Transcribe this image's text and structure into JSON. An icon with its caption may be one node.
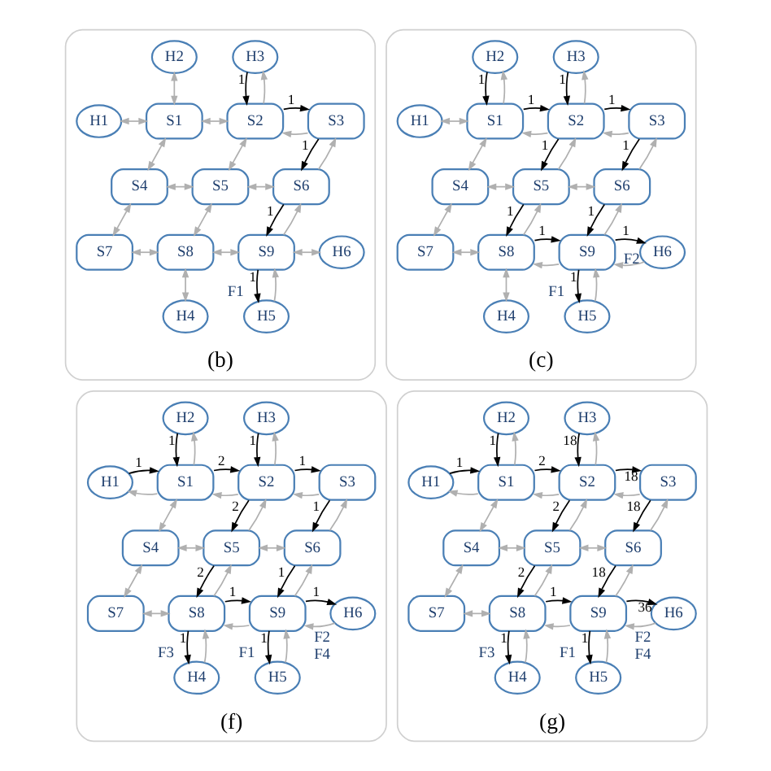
{
  "diagram": {
    "nodes": [
      {
        "text": [
          "(b)"
        ]
      },
      {
        "text": [
          "H2"
        ],
        "in": 0
      },
      {
        "text": [
          "H3"
        ],
        "in": 0
      },
      {
        "text": [
          "H1"
        ],
        "in": 0
      },
      {
        "text": [
          "S1"
        ],
        "in": 0
      },
      {
        "text": [
          "S2"
        ],
        "in": 0
      },
      {
        "text": [
          "S3"
        ],
        "in": 0
      },
      {
        "text": [
          "S4"
        ],
        "in": 0
      },
      {
        "text": [
          "S5"
        ],
        "in": 0
      },
      {
        "text": [
          "S6"
        ],
        "in": 0
      },
      {
        "text": [
          "S7"
        ],
        "in": 0
      },
      {
        "text": [
          "S8"
        ],
        "in": 0
      },
      {
        "text": [
          "S9"
        ],
        "in": 0
      },
      {
        "text": [
          "H6"
        ],
        "in": 0
      },
      {
        "text": [
          "H4"
        ],
        "in": 0
      },
      {
        "text": [
          "H5"
        ],
        "in": 0,
        "beside": [
          "F1"
        ]
      },
      {
        "text": [
          "(c)"
        ]
      },
      {
        "text": [
          "H2"
        ],
        "in": 16
      },
      {
        "text": [
          "H3"
        ],
        "in": 16
      },
      {
        "text": [
          "H1"
        ],
        "in": 16
      },
      {
        "text": [
          "S1"
        ],
        "in": 16
      },
      {
        "text": [
          "S2"
        ],
        "in": 16
      },
      {
        "text": [
          "S3"
        ],
        "in": 16
      },
      {
        "text": [
          "S4"
        ],
        "in": 16
      },
      {
        "text": [
          "S5"
        ],
        "in": 16
      },
      {
        "text": [
          "S6"
        ],
        "in": 16
      },
      {
        "text": [
          "S7"
        ],
        "in": 16
      },
      {
        "text": [
          "S8"
        ],
        "in": 16
      },
      {
        "text": [
          "S9"
        ],
        "in": 16
      },
      {
        "text": [
          "H6"
        ],
        "in": 16,
        "beside": [
          "F2"
        ]
      },
      {
        "text": [
          "H4"
        ],
        "in": 16
      },
      {
        "text": [
          "H5"
        ],
        "in": 16,
        "beside": [
          "F1"
        ]
      },
      {
        "text": [
          "(f)"
        ]
      },
      {
        "text": [
          "H2"
        ],
        "in": 32
      },
      {
        "text": [
          "H3"
        ],
        "in": 32
      },
      {
        "text": [
          "H1"
        ],
        "in": 32
      },
      {
        "text": [
          "S1"
        ],
        "in": 32
      },
      {
        "text": [
          "S2"
        ],
        "in": 32
      },
      {
        "text": [
          "S3"
        ],
        "in": 32
      },
      {
        "text": [
          "S4"
        ],
        "in": 32
      },
      {
        "text": [
          "S5"
        ],
        "in": 32
      },
      {
        "text": [
          "S6"
        ],
        "in": 32
      },
      {
        "text": [
          "S7"
        ],
        "in": 32
      },
      {
        "text": [
          "S8"
        ],
        "in": 32
      },
      {
        "text": [
          "S9"
        ],
        "in": 32
      },
      {
        "text": [
          "H6"
        ],
        "in": 32,
        "beside": [
          "F2",
          "F4"
        ]
      },
      {
        "text": [
          "H4"
        ],
        "in": 32,
        "beside": [
          "F3"
        ]
      },
      {
        "text": [
          "H5"
        ],
        "in": 32,
        "beside": [
          "F1"
        ]
      },
      {
        "text": [
          "(g)"
        ]
      },
      {
        "text": [
          "H2"
        ],
        "in": 48
      },
      {
        "text": [
          "H3"
        ],
        "in": 48
      },
      {
        "text": [
          "H1"
        ],
        "in": 48
      },
      {
        "text": [
          "S1"
        ],
        "in": 48
      },
      {
        "text": [
          "S2"
        ],
        "in": 48
      },
      {
        "text": [
          "S3"
        ],
        "in": 48
      },
      {
        "text": [
          "S4"
        ],
        "in": 48
      },
      {
        "text": [
          "S5"
        ],
        "in": 48
      },
      {
        "text": [
          "S6"
        ],
        "in": 48
      },
      {
        "text": [
          "S7"
        ],
        "in": 48
      },
      {
        "text": [
          "S8"
        ],
        "in": 48
      },
      {
        "text": [
          "S9"
        ],
        "in": 48
      },
      {
        "text": [
          "H6"
        ],
        "in": 48,
        "beside": [
          "F2",
          "F4"
        ]
      },
      {
        "text": [
          "H4"
        ],
        "in": 48,
        "beside": [
          "F3"
        ]
      },
      {
        "text": [
          "H5"
        ],
        "in": 48,
        "beside": [
          "F1"
        ]
      }
    ],
    "edges": [
      {
        "from": 3,
        "to": 4,
        "arrow": "both"
      },
      {
        "from": 1,
        "to": 4,
        "arrow": "both"
      },
      {
        "from": 5,
        "to": 2,
        "arrow": "to"
      },
      {
        "from": 4,
        "to": 5,
        "arrow": "both"
      },
      {
        "from": 6,
        "to": 5,
        "arrow": "to"
      },
      {
        "from": 4,
        "to": 7,
        "arrow": "both"
      },
      {
        "from": 5,
        "to": 8,
        "arrow": "both"
      },
      {
        "from": 9,
        "to": 6,
        "arrow": "to"
      },
      {
        "from": 7,
        "to": 8,
        "arrow": "both"
      },
      {
        "from": 8,
        "to": 9,
        "arrow": "both"
      },
      {
        "from": 7,
        "to": 10,
        "arrow": "both"
      },
      {
        "from": 8,
        "to": 11,
        "arrow": "both"
      },
      {
        "from": 12,
        "to": 9,
        "arrow": "to"
      },
      {
        "from": 10,
        "to": 11,
        "arrow": "both"
      },
      {
        "from": 11,
        "to": 12,
        "arrow": "both"
      },
      {
        "from": 12,
        "to": 13,
        "arrow": "both"
      },
      {
        "from": 11,
        "to": 14,
        "arrow": "both"
      },
      {
        "from": 15,
        "to": 12,
        "arrow": "to"
      },
      {
        "from": 2,
        "to": 5,
        "arrow": "to",
        "label": "1",
        "color": "#000000"
      },
      {
        "from": 5,
        "to": 6,
        "arrow": "to",
        "label": "1",
        "color": "#000000"
      },
      {
        "from": 6,
        "to": 9,
        "arrow": "to",
        "label": "1",
        "color": "#000000"
      },
      {
        "from": 9,
        "to": 12,
        "arrow": "to",
        "label": "1",
        "color": "#000000"
      },
      {
        "from": 12,
        "to": 15,
        "arrow": "to",
        "label": "1",
        "color": "#000000"
      },
      {
        "from": 19,
        "to": 20,
        "arrow": "both"
      },
      {
        "from": 20,
        "to": 17,
        "arrow": "to"
      },
      {
        "from": 21,
        "to": 18,
        "arrow": "to"
      },
      {
        "from": 21,
        "to": 20,
        "arrow": "to"
      },
      {
        "from": 22,
        "to": 21,
        "arrow": "to"
      },
      {
        "from": 20,
        "to": 23,
        "arrow": "both"
      },
      {
        "from": 24,
        "to": 21,
        "arrow": "to"
      },
      {
        "from": 25,
        "to": 22,
        "arrow": "to"
      },
      {
        "from": 23,
        "to": 24,
        "arrow": "both"
      },
      {
        "from": 24,
        "to": 25,
        "arrow": "both"
      },
      {
        "from": 23,
        "to": 26,
        "arrow": "both"
      },
      {
        "from": 27,
        "to": 24,
        "arrow": "to"
      },
      {
        "from": 28,
        "to": 25,
        "arrow": "to"
      },
      {
        "from": 26,
        "to": 27,
        "arrow": "both"
      },
      {
        "from": 28,
        "to": 27,
        "arrow": "to"
      },
      {
        "from": 29,
        "to": 28,
        "arrow": "to"
      },
      {
        "from": 27,
        "to": 30,
        "arrow": "both"
      },
      {
        "from": 31,
        "to": 28,
        "arrow": "to"
      },
      {
        "from": 17,
        "to": 20,
        "arrow": "to",
        "label": "1",
        "color": "#000000"
      },
      {
        "from": 20,
        "to": 21,
        "arrow": "to",
        "label": "1",
        "color": "#000000"
      },
      {
        "from": 18,
        "to": 21,
        "arrow": "to",
        "label": "1",
        "color": "#000000"
      },
      {
        "from": 21,
        "to": 22,
        "arrow": "to",
        "label": "1",
        "color": "#000000"
      },
      {
        "from": 21,
        "to": 24,
        "arrow": "to",
        "label": "1",
        "color": "#000000"
      },
      {
        "from": 22,
        "to": 25,
        "arrow": "to",
        "label": "1",
        "color": "#000000"
      },
      {
        "from": 24,
        "to": 27,
        "arrow": "to",
        "label": "1",
        "color": "#000000"
      },
      {
        "from": 25,
        "to": 28,
        "arrow": "to",
        "label": "1",
        "color": "#000000"
      },
      {
        "from": 27,
        "to": 28,
        "arrow": "to",
        "label": "1",
        "color": "#000000"
      },
      {
        "from": 28,
        "to": 29,
        "arrow": "to",
        "label": "1",
        "color": "#000000"
      },
      {
        "from": 28,
        "to": 31,
        "arrow": "to",
        "label": "1",
        "color": "#000000"
      },
      {
        "from": 36,
        "to": 35,
        "arrow": "to"
      },
      {
        "from": 36,
        "to": 33,
        "arrow": "to"
      },
      {
        "from": 37,
        "to": 34,
        "arrow": "to"
      },
      {
        "from": 37,
        "to": 36,
        "arrow": "to"
      },
      {
        "from": 38,
        "to": 37,
        "arrow": "to"
      },
      {
        "from": 36,
        "to": 39,
        "arrow": "both"
      },
      {
        "from": 40,
        "to": 37,
        "arrow": "to"
      },
      {
        "from": 41,
        "to": 38,
        "arrow": "to"
      },
      {
        "from": 39,
        "to": 40,
        "arrow": "both"
      },
      {
        "from": 40,
        "to": 41,
        "arrow": "both"
      },
      {
        "from": 39,
        "to": 42,
        "arrow": "both"
      },
      {
        "from": 43,
        "to": 40,
        "arrow": "to"
      },
      {
        "from": 44,
        "to": 41,
        "arrow": "to"
      },
      {
        "from": 42,
        "to": 43,
        "arrow": "both"
      },
      {
        "from": 44,
        "to": 43,
        "arrow": "to"
      },
      {
        "from": 45,
        "to": 44,
        "arrow": "to"
      },
      {
        "from": 46,
        "to": 43,
        "arrow": "to"
      },
      {
        "from": 47,
        "to": 44,
        "arrow": "to"
      },
      {
        "from": 35,
        "to": 36,
        "arrow": "to",
        "label": "1",
        "color": "#000000"
      },
      {
        "from": 33,
        "to": 36,
        "arrow": "to",
        "label": "1",
        "color": "#000000"
      },
      {
        "from": 36,
        "to": 37,
        "arrow": "to",
        "label": "2",
        "color": "#000000"
      },
      {
        "from": 34,
        "to": 37,
        "arrow": "to",
        "label": "1",
        "color": "#000000"
      },
      {
        "from": 37,
        "to": 38,
        "arrow": "to",
        "label": "1",
        "color": "#000000"
      },
      {
        "from": 37,
        "to": 40,
        "arrow": "to",
        "label": "2",
        "color": "#000000"
      },
      {
        "from": 38,
        "to": 41,
        "arrow": "to",
        "label": "1",
        "color": "#000000"
      },
      {
        "from": 40,
        "to": 43,
        "arrow": "to",
        "label": "2",
        "color": "#000000"
      },
      {
        "from": 41,
        "to": 44,
        "arrow": "to",
        "label": "1",
        "color": "#000000"
      },
      {
        "from": 43,
        "to": 44,
        "arrow": "to",
        "label": "1",
        "color": "#000000"
      },
      {
        "from": 44,
        "to": 45,
        "arrow": "to",
        "label": "1",
        "color": "#000000"
      },
      {
        "from": 43,
        "to": 46,
        "arrow": "to",
        "label": "1",
        "color": "#000000"
      },
      {
        "from": 44,
        "to": 47,
        "arrow": "to",
        "label": "1",
        "color": "#000000"
      },
      {
        "from": 52,
        "to": 51,
        "arrow": "to"
      },
      {
        "from": 52,
        "to": 49,
        "arrow": "to"
      },
      {
        "from": 53,
        "to": 50,
        "arrow": "to"
      },
      {
        "from": 53,
        "to": 52,
        "arrow": "to"
      },
      {
        "from": 54,
        "to": 53,
        "arrow": "to"
      },
      {
        "from": 52,
        "to": 55,
        "arrow": "both"
      },
      {
        "from": 56,
        "to": 53,
        "arrow": "to"
      },
      {
        "from": 57,
        "to": 54,
        "arrow": "to"
      },
      {
        "from": 55,
        "to": 56,
        "arrow": "both"
      },
      {
        "from": 56,
        "to": 57,
        "arrow": "both"
      },
      {
        "from": 55,
        "to": 58,
        "arrow": "both"
      },
      {
        "from": 59,
        "to": 56,
        "arrow": "to"
      },
      {
        "from": 60,
        "to": 57,
        "arrow": "to"
      },
      {
        "from": 58,
        "to": 59,
        "arrow": "both"
      },
      {
        "from": 60,
        "to": 59,
        "arrow": "to"
      },
      {
        "from": 61,
        "to": 60,
        "arrow": "to"
      },
      {
        "from": 62,
        "to": 59,
        "arrow": "to"
      },
      {
        "from": 63,
        "to": 60,
        "arrow": "to"
      },
      {
        "from": 51,
        "to": 52,
        "arrow": "to",
        "label": "1",
        "color": "#000000"
      },
      {
        "from": 49,
        "to": 52,
        "arrow": "to",
        "label": "1",
        "color": "#000000"
      },
      {
        "from": 52,
        "to": 53,
        "arrow": "to",
        "label": "2",
        "color": "#000000"
      },
      {
        "from": 50,
        "to": 53,
        "arrow": "to",
        "label": "18",
        "color": "#000000"
      },
      {
        "from": 53,
        "to": 54,
        "arrow": "to",
        "label": "18",
        "color": "#000000"
      },
      {
        "from": 53,
        "to": 56,
        "arrow": "to",
        "label": "2",
        "color": "#000000"
      },
      {
        "from": 54,
        "to": 57,
        "arrow": "to",
        "label": "18",
        "color": "#000000"
      },
      {
        "from": 56,
        "to": 59,
        "arrow": "to",
        "label": "2",
        "color": "#000000"
      },
      {
        "from": 57,
        "to": 60,
        "arrow": "to",
        "label": "18",
        "color": "#000000"
      },
      {
        "from": 59,
        "to": 60,
        "arrow": "to",
        "label": "1",
        "color": "#000000"
      },
      {
        "from": 60,
        "to": 61,
        "arrow": "to",
        "label": "36",
        "color": "#000000"
      },
      {
        "from": 59,
        "to": 62,
        "arrow": "to",
        "label": "1",
        "color": "#000000"
      },
      {
        "from": 60,
        "to": 63,
        "arrow": "to",
        "label": "1",
        "color": "#000000"
      }
    ]
  }
}
